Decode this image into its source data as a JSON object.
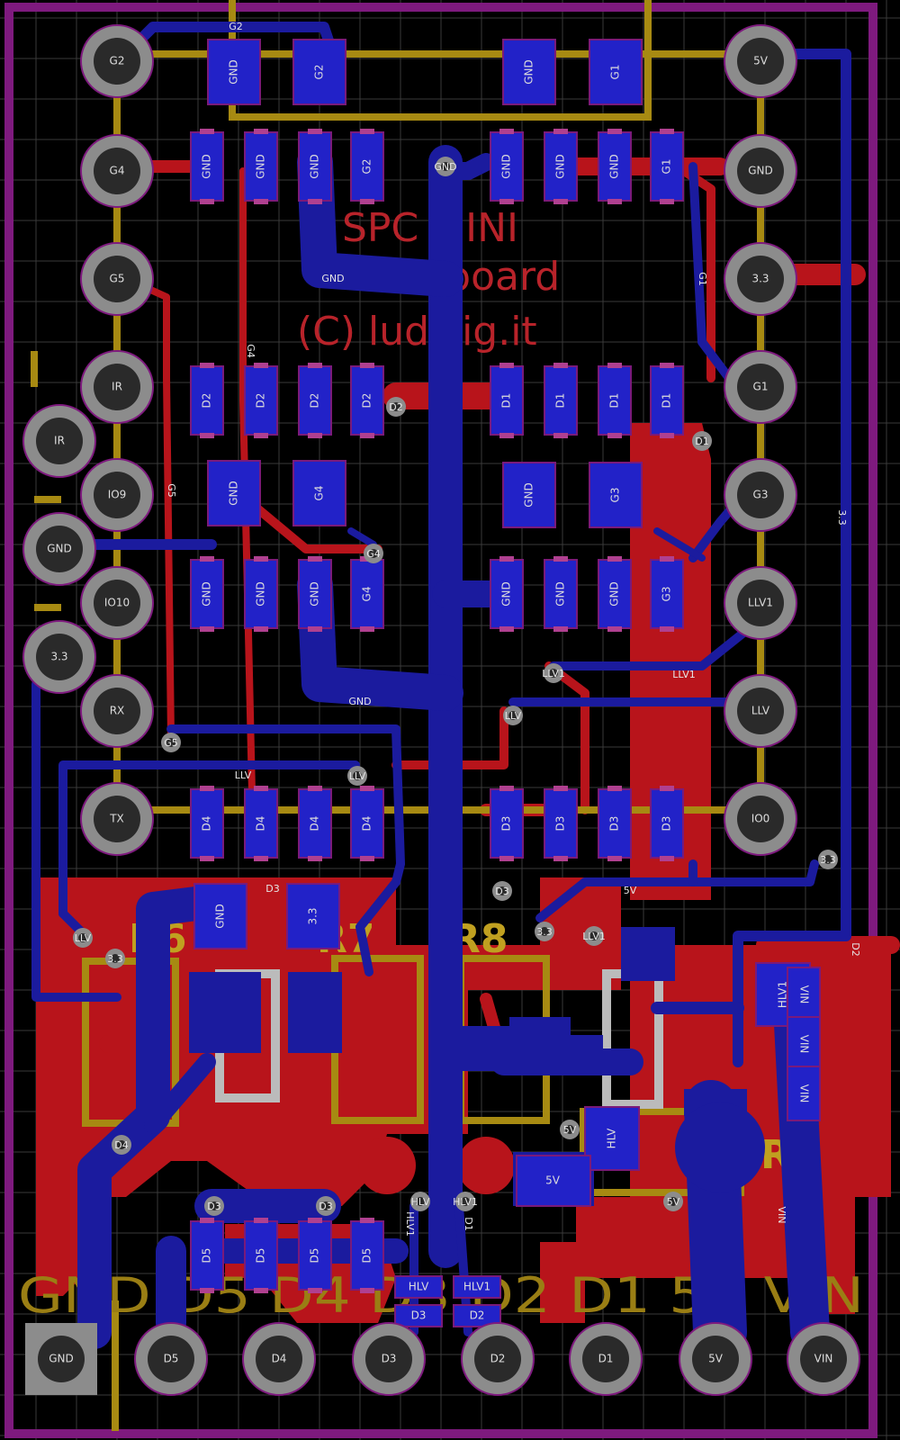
{
  "board": {
    "silkscreen_lines": [
      "SPC MINI",
      "LED board",
      "(C) ludwig.it"
    ],
    "references": [
      "R6",
      "R7",
      "R8",
      "R9"
    ],
    "bottom_silk": "GND D5 D4 D3 D2 D1 5V VIN",
    "left_pins": [
      "G2",
      "G4",
      "G5",
      "IR",
      "IO9",
      "IO10",
      "RX",
      "TX"
    ],
    "right_pins": [
      "5V",
      "GND",
      "3.3",
      "G1",
      "G3",
      "LLV1",
      "LLV",
      "IO0"
    ],
    "side_pins": [
      "IR",
      "GND",
      "3.3"
    ],
    "bottom_pins": [
      "GND",
      "D5",
      "D4",
      "D3",
      "D2",
      "D1",
      "5V",
      "VIN"
    ],
    "led_rows": [
      [
        "GND",
        "GND",
        "GND",
        "G2",
        "GND",
        "GND",
        "GND",
        "G1"
      ],
      [
        "D2",
        "D2",
        "D2",
        "D2",
        "D1",
        "D1",
        "D1",
        "D1"
      ],
      [
        "GND",
        "GND",
        "GND",
        "G4",
        "GND",
        "GND",
        "GND",
        "G3"
      ],
      [
        "D4",
        "D4",
        "D4",
        "D4",
        "D3",
        "D3",
        "D3",
        "D3"
      ],
      [
        "D5",
        "D5",
        "D5",
        "D5"
      ]
    ],
    "big_pads": [
      "GND",
      "G2",
      "GND",
      "G1",
      "GND",
      "G4",
      "GND",
      "G3",
      "GND",
      "3.3"
    ],
    "vias": [
      "GND",
      "D2",
      "D1",
      "G4",
      "LLV1",
      "LLV",
      "G5",
      "LLV",
      "D3",
      "3.3",
      "LLV1",
      "3.3",
      "LLV",
      "3.3",
      "D4",
      "D3",
      "D3",
      "HLV",
      "HLV1",
      "5V",
      "5V"
    ],
    "mosfet_pads": [
      "HLV",
      "HLV1"
    ],
    "small_pads": [
      "HLV",
      "HLV1",
      "D3",
      "D2"
    ],
    "vin_pads": [
      "VIN",
      "VIN",
      "VIN"
    ],
    "reg_label": "5V",
    "net_labels": [
      "G2",
      "GND",
      "G4",
      "G5",
      "GND",
      "G1",
      "3.3",
      "LLV",
      "LLV1",
      "D3",
      "5V",
      "HLV",
      "HLV1",
      "D1",
      "D2",
      "VIN"
    ],
    "colors": {
      "background": "#000000",
      "grid": "#3a3a3a",
      "outline": "#7e1a7e",
      "top_copper": "#b8141b",
      "bottom_copper": "#1b1b9e",
      "pad_ring": "#8c8c8c",
      "pad_hole": "#2a2a2a",
      "smd_pad": "#2222c8",
      "smd_outline": "#7a1a7a",
      "silkscreen_yellow": "#a78a12"
    }
  }
}
